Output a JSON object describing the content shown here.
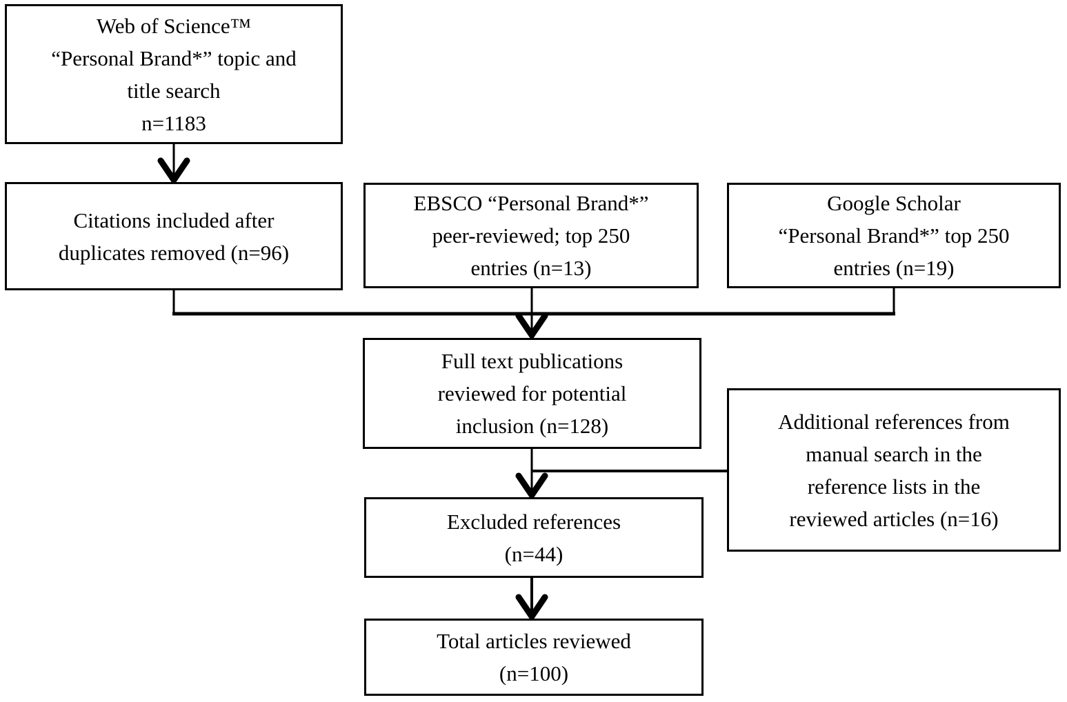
{
  "diagram_type": "flowchart",
  "colors": {
    "line": "#000000",
    "text": "#000000",
    "background": "#ffffff"
  },
  "boxes": [
    {
      "id": "web-of-science-search",
      "text": "Web of Science™\n“Personal Brand*” topic and\ntitle search\nn=1183",
      "n": 1183
    },
    {
      "id": "citations-after-duplicates",
      "text": "Citations included after\nduplicates removed (n=96)",
      "n": 96
    },
    {
      "id": "ebsco-search",
      "text": "EBSCO “Personal Brand*”\npeer-reviewed; top 250\nentries (n=13)",
      "n": 13
    },
    {
      "id": "google-scholar-search",
      "text": "Google Scholar\n“Personal Brand*” top 250\nentries (n=19)",
      "n": 19
    },
    {
      "id": "full-text-reviewed",
      "text": "Full text publications\nreviewed for potential\ninclusion (n=128)",
      "n": 128
    },
    {
      "id": "additional-references",
      "text": "Additional references from\nmanual search in the\nreference lists in the\nreviewed articles (n=16)",
      "n": 16
    },
    {
      "id": "excluded-references",
      "text": "Excluded references\n(n=44)",
      "n": 44
    },
    {
      "id": "total-articles-reviewed",
      "text": "Total articles reviewed\n(n=100)",
      "n": 100
    }
  ],
  "connections": [
    {
      "from": "web-of-science-search",
      "to": "citations-after-duplicates",
      "type": "arrow"
    },
    {
      "from": "citations-after-duplicates",
      "to": "full-text-reviewed",
      "type": "merge"
    },
    {
      "from": "ebsco-search",
      "to": "full-text-reviewed",
      "type": "arrow"
    },
    {
      "from": "google-scholar-search",
      "to": "full-text-reviewed",
      "type": "merge"
    },
    {
      "from": "full-text-reviewed",
      "to": "excluded-references",
      "type": "arrow"
    },
    {
      "from": "additional-references",
      "to": "excluded-references",
      "type": "branch"
    },
    {
      "from": "excluded-references",
      "to": "total-articles-reviewed",
      "type": "arrow"
    }
  ]
}
